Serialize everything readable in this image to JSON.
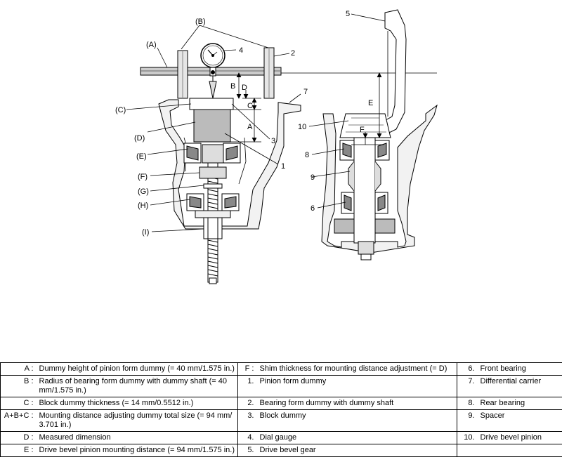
{
  "callouts": {
    "A_paren": "(A)",
    "B_paren": "(B)",
    "C_paren": "(C)",
    "D_paren": "(D)",
    "E_paren": "(E)",
    "F_paren": "(F)",
    "G_paren": "(G)",
    "H_paren": "(H)",
    "I_paren": "(I)",
    "n1": "1",
    "n2": "2",
    "n3": "3",
    "n4": "4",
    "n5": "5",
    "n6": "6",
    "n7": "7",
    "n8": "8",
    "n9": "9",
    "n10": "10",
    "dim_A": "A",
    "dim_B": "B",
    "dim_C": "C",
    "dim_D": "D",
    "dim_E": "E",
    "dim_F": "F"
  },
  "legend": [
    {
      "k1": "A :",
      "v1": "Dummy height of pinion form dummy (= 40 mm/1.575 in.)",
      "k2": "F :",
      "v2": "Shim thickness for mounting distance adjustment (= D)",
      "k3": "6.",
      "v3": "Front bearing"
    },
    {
      "k1": "B :",
      "v1": "Radius of bearing form dummy with dummy shaft (= 40 mm/1.575 in.)",
      "k2": "1.",
      "v2": "Pinion form dummy",
      "k3": "7.",
      "v3": "Differential carrier"
    },
    {
      "k1": "C :",
      "v1": "Block dummy thickness (= 14 mm/0.5512 in.)",
      "k2": "2.",
      "v2": "Bearing form dummy with dummy shaft",
      "k3": "8.",
      "v3": "Rear bearing"
    },
    {
      "k1": "A+B+C :",
      "v1": "Mounting distance adjusting dummy total size (= 94 mm/ 3.701 in.)",
      "k2": "3.",
      "v2": "Block dummy",
      "k3": "9.",
      "v3": "Spacer"
    },
    {
      "k1": "D :",
      "v1": "Measured dimension",
      "k2": "4.",
      "v2": "Dial gauge",
      "k3": "10.",
      "v3": "Drive bevel pinion"
    },
    {
      "k1": "E :",
      "v1": "Drive bevel pinion mounting distance (= 94 mm/1.575 in.)",
      "k2": "5.",
      "v2": "Drive bevel gear",
      "k3": "",
      "v3": ""
    }
  ]
}
